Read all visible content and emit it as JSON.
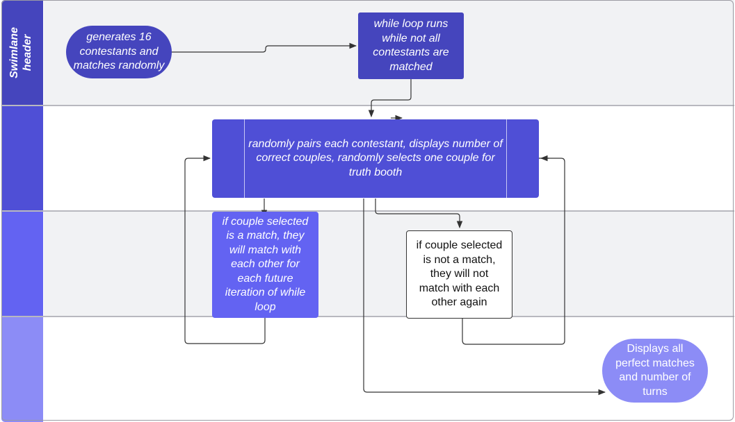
{
  "swimlane": {
    "header_title": "Swimlane\nheader",
    "lane_colors": [
      "#4545bd",
      "#4f4fd6",
      "#6363f2",
      "#8c8cf6"
    ]
  },
  "nodes": {
    "generate": {
      "text": "generates 16 contestants and matches randomly",
      "color": "#4545bd"
    },
    "while_loop": {
      "text": "while loop runs while not all contestants are matched",
      "color": "#4545bd"
    },
    "pair_each": {
      "text": "randomly pairs each contestant, displays number of correct couples, randomly selects one couple for truth booth",
      "color": "#4f4fd6"
    },
    "match_yes": {
      "text": "if couple selected is a match, they will match with each other for each future iteration of while loop",
      "color": "#6363f2"
    },
    "match_no": {
      "text": "if couple selected is not a match, they will not match with each other again",
      "color": "#ffffff"
    },
    "display": {
      "text": "Displays all perfect matches and number of turns",
      "color": "#8c8cf6"
    }
  },
  "colors": {
    "lane_body_gray": "#f1f2f4",
    "lane_body_white": "#ffffff",
    "connector": "#333333"
  }
}
